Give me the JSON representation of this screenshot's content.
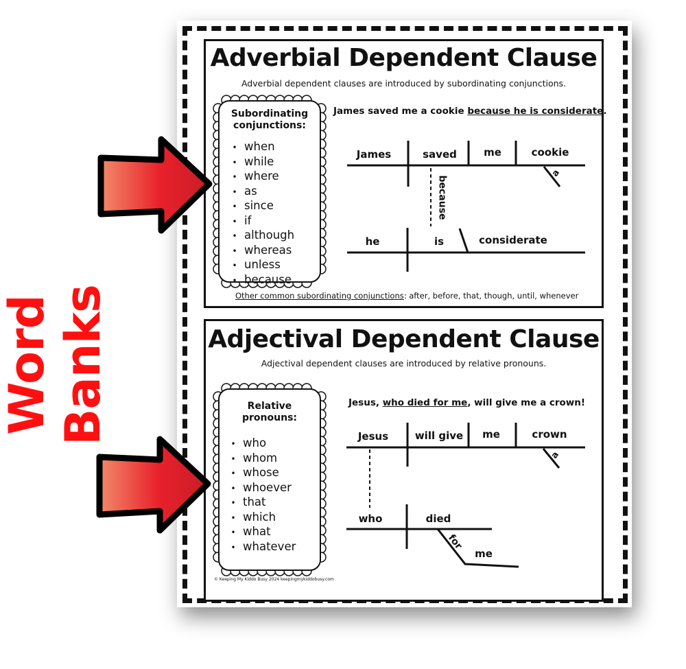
{
  "side_label": "Word Banks",
  "colors": {
    "accent": "#ff1010",
    "arrow_gradient": [
      "#f28a6a",
      "#e8202a",
      "#c81e28"
    ]
  },
  "icons": [
    "arrow-right-icon",
    "arrow-right-icon"
  ],
  "adverbial": {
    "title": "Adverbial Dependent Clause",
    "subtitle": "Adverbial dependent clauses are introduced by subordinating conjunctions.",
    "bank_heading": "Subordinating conjunctions:",
    "bank_items": [
      "when",
      "while",
      "where",
      "as",
      "since",
      "if",
      "although",
      "whereas",
      "unless",
      "because"
    ],
    "sentence_plain": "James saved me a cookie ",
    "sentence_underlined": "because he is considerate",
    "sentence_end": ".",
    "diagram": {
      "subject": "James",
      "verb": "saved",
      "indirect": "me",
      "object": "cookie",
      "article": "a",
      "conjunction": "because",
      "sub_subject": "he",
      "sub_verb": "is",
      "sub_complement": "considerate"
    },
    "other_label": "Other common subordinating conjunctions",
    "other_list": ": after, before, that, though, until, whenever"
  },
  "adjectival": {
    "title": "Adjectival Dependent Clause",
    "subtitle": "Adjectival dependent clauses are introduced by relative pronouns.",
    "bank_heading": "Relative pronouns:",
    "bank_items": [
      "who",
      "whom",
      "whose",
      "whoever",
      "that",
      "which",
      "what",
      "whatever"
    ],
    "sentence_start": "Jesus, ",
    "sentence_underlined": "who died for me",
    "sentence_end": ", will give me a crown!",
    "diagram": {
      "subject": "Jesus",
      "verb": "will give",
      "indirect": "me",
      "object": "crown",
      "article": "a",
      "rel_subject": "who",
      "rel_verb": "died",
      "preposition": "for",
      "prep_object": "me"
    }
  },
  "footer": "© Keeping My Kiddo Busy 2024 keepingmykiddobusy.com"
}
